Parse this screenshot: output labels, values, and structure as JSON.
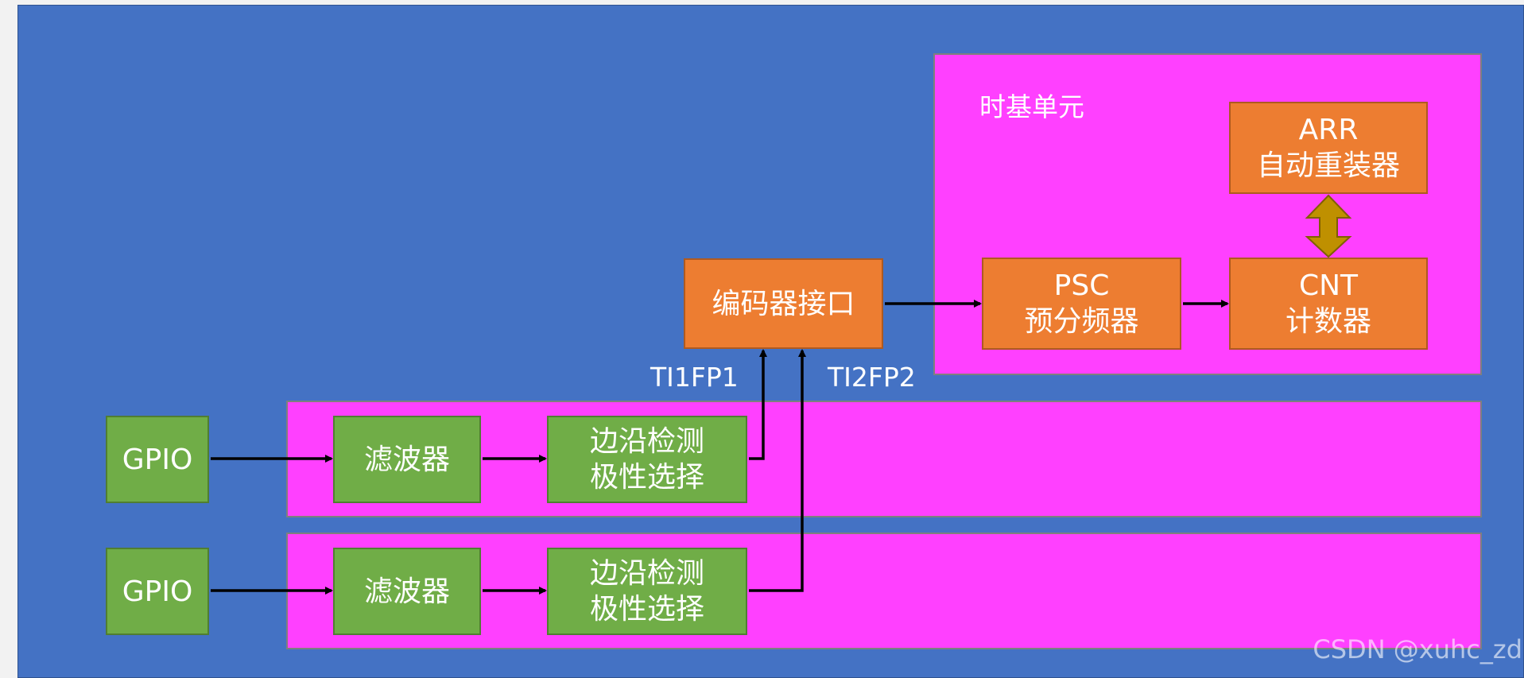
{
  "time_base_unit": {
    "title": "时基单元",
    "arr": {
      "line1": "ARR",
      "line2": "自动重装器"
    },
    "psc": {
      "line1": "PSC",
      "line2": "预分频器"
    },
    "cnt": {
      "line1": "CNT",
      "line2": "计数器"
    }
  },
  "encoder_interface": {
    "label": "编码器接口"
  },
  "signals": {
    "ti1": "TI1FP1",
    "ti2": "TI2FP2"
  },
  "channels": [
    {
      "gpio": "GPIO",
      "filter": "滤波器",
      "edge_line1": "边沿检测",
      "edge_line2": "极性选择"
    },
    {
      "gpio": "GPIO",
      "filter": "滤波器",
      "edge_line1": "边沿检测",
      "edge_line2": "极性选择"
    }
  ],
  "watermark": "CSDN @xuhc_zd",
  "colors": {
    "background": "#4472c4",
    "panel": "#ff40ff",
    "green_block": "#70ad47",
    "orange_block": "#ed7d31",
    "double_arrow": "#bf9000"
  }
}
